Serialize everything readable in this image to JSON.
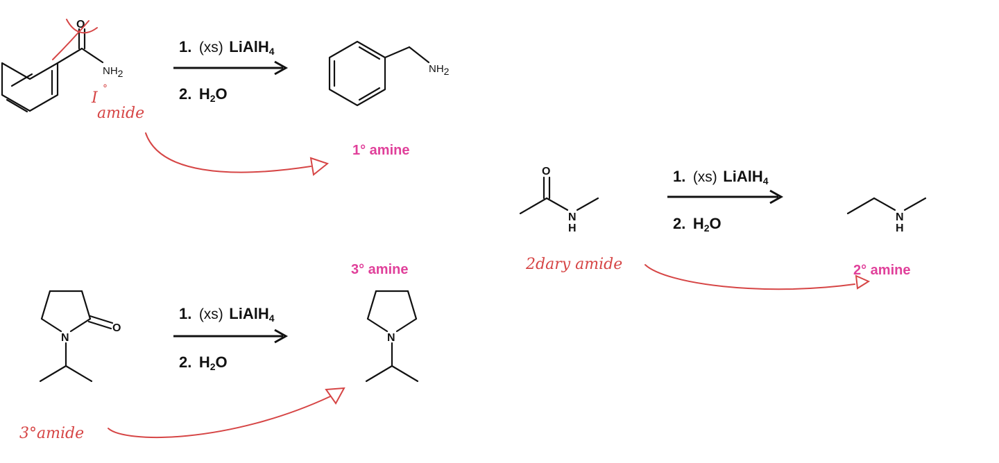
{
  "reactions": [
    {
      "id": "primary",
      "reactant_atoms": {
        "o": "O",
        "n": "NH",
        "n_sub": "2"
      },
      "product_atoms": {
        "n": "NH",
        "n_sub": "2"
      },
      "conditions": {
        "step1_num": "1.",
        "step1_xs": "(xs)",
        "step1_reagent": "LiAlH",
        "step1_sub": "4",
        "step2_num": "2.",
        "step2_reagent": "H",
        "step2_sub": "2",
        "step2_tail": "O"
      },
      "product_label": "1° amine",
      "note_roman": "I",
      "note_degree": "°",
      "note_word": "amide"
    },
    {
      "id": "secondary",
      "reactant_atoms": {
        "o": "O",
        "n": "N",
        "h": "H"
      },
      "product_atoms": {
        "n": "N",
        "h": "H"
      },
      "conditions": {
        "step1_num": "1.",
        "step1_xs": "(xs)",
        "step1_reagent": "LiAlH",
        "step1_sub": "4",
        "step2_num": "2.",
        "step2_reagent": "H",
        "step2_sub": "2",
        "step2_tail": "O"
      },
      "product_label": "2° amine",
      "note": "2dary amide"
    },
    {
      "id": "tertiary",
      "reactant_atoms": {
        "o": "O",
        "n": "N"
      },
      "product_atoms": {
        "n": "N"
      },
      "conditions": {
        "step1_num": "1.",
        "step1_xs": "(xs)",
        "step1_reagent": "LiAlH",
        "step1_sub": "4",
        "step2_num": "2.",
        "step2_reagent": "H",
        "step2_sub": "2",
        "step2_tail": "O"
      },
      "product_label": "3° amine",
      "note": "3°amide"
    }
  ],
  "colors": {
    "ink": "#111111",
    "label_pink": "#e0409a",
    "annotation_red": "#d64545"
  }
}
